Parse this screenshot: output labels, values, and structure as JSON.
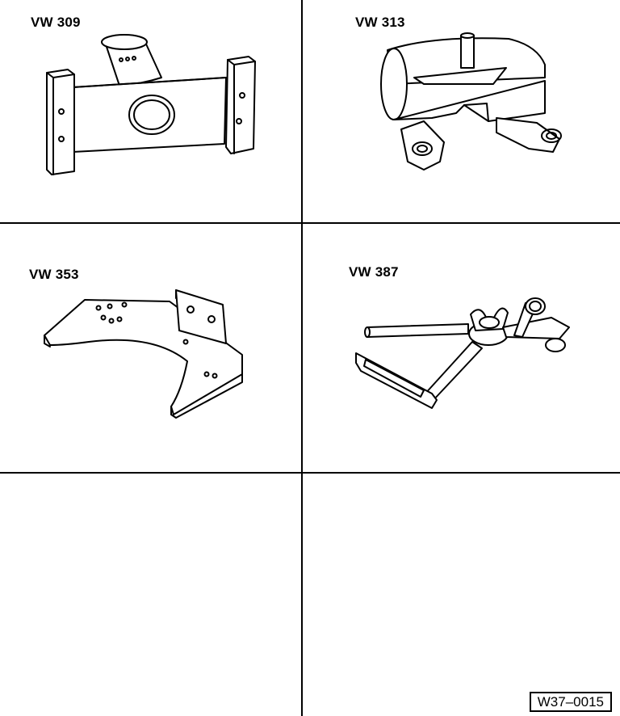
{
  "tools": [
    {
      "label": "VW 309"
    },
    {
      "label": "VW 313"
    },
    {
      "label": "VW 353"
    },
    {
      "label": "VW 387"
    }
  ],
  "reference": "W37–0015",
  "icons": [
    "vw309-tool-drawing",
    "vw313-tool-drawing",
    "vw353-tool-drawing",
    "vw387-tool-drawing"
  ],
  "colors": {
    "ink": "#000000",
    "paper": "#ffffff"
  }
}
